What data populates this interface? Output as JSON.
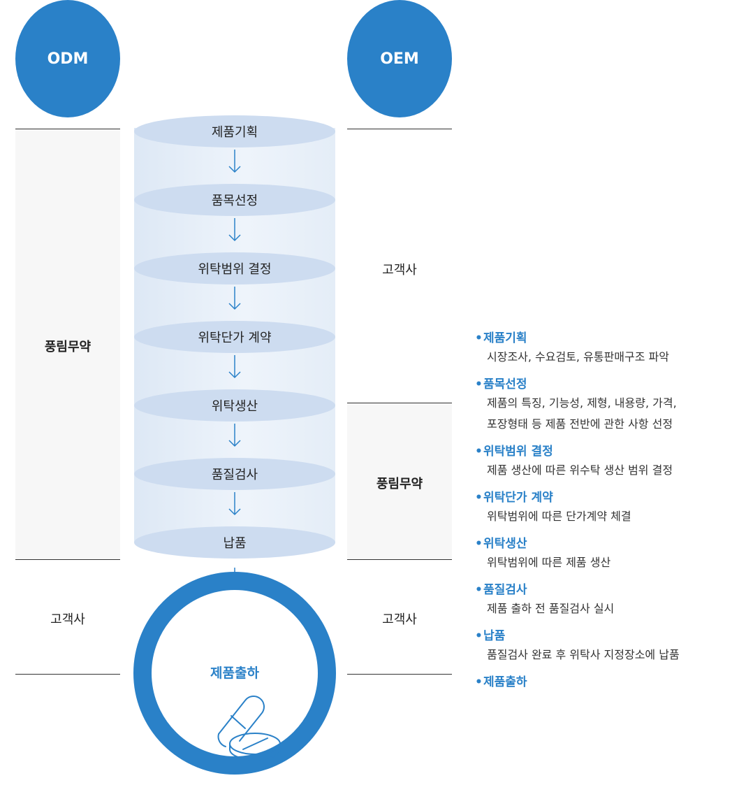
{
  "header": {
    "odm_label": "ODM",
    "oem_label": "OEM"
  },
  "odm_column": {
    "manufacturer": "풍림무약",
    "customer": "고객사"
  },
  "oem_column": {
    "customer_top": "고객사",
    "manufacturer": "풍림무약",
    "customer_bottom": "고객사"
  },
  "process_steps": [
    "제품기획",
    "품목선정",
    "위탁범위 결정",
    "위탁단가 계약",
    "위탁생산",
    "품질검사",
    "납품"
  ],
  "shipment": {
    "label": "제품출하",
    "icon": "pill-capsule-icon"
  },
  "descriptions": [
    {
      "title": "제품기획",
      "lines": [
        "시장조사, 수요검토, 유통판매구조 파악"
      ]
    },
    {
      "title": "품목선정",
      "lines": [
        "제품의 특징, 기능성, 제형, 내용량, 가격,",
        "포장형태 등 제품 전반에 관한 사항 선정"
      ]
    },
    {
      "title": "위탁범위 결정",
      "lines": [
        "제품 생산에 따른 위수탁 생산 범위 결정"
      ]
    },
    {
      "title": "위탁단가 계약",
      "lines": [
        "위탁범위에 따른 단가계약 체결"
      ]
    },
    {
      "title": "위탁생산",
      "lines": [
        "위탁범위에 따른 제품 생산"
      ]
    },
    {
      "title": "품질검사",
      "lines": [
        "제품 출하 전 품질검사 실시"
      ]
    },
    {
      "title": "납품",
      "lines": [
        "품질검사 완료 후 위탁사 지정장소에 납품"
      ]
    },
    {
      "title": "제품출하",
      "lines": []
    }
  ],
  "colors": {
    "accent": "#2a81c8",
    "cylinder_top": "#cddcf0",
    "panel": "#f7f7f7"
  }
}
